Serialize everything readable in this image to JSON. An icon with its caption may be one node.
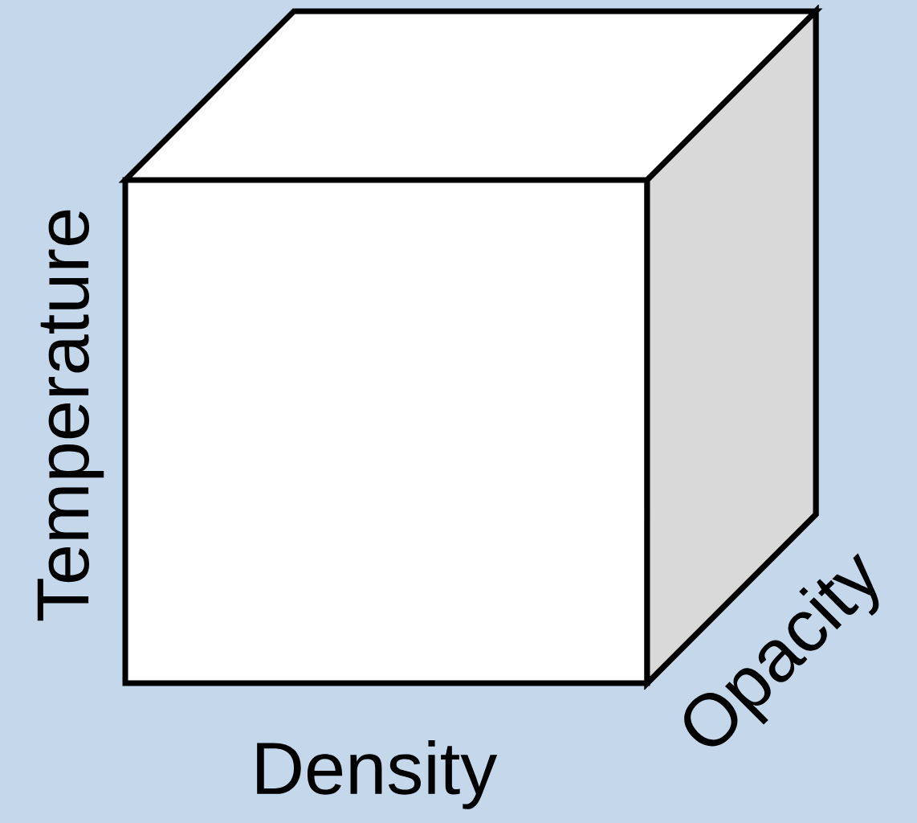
{
  "diagram": {
    "labels": [
      "Temperature",
      "Density",
      "Opacity"
    ]
  }
}
